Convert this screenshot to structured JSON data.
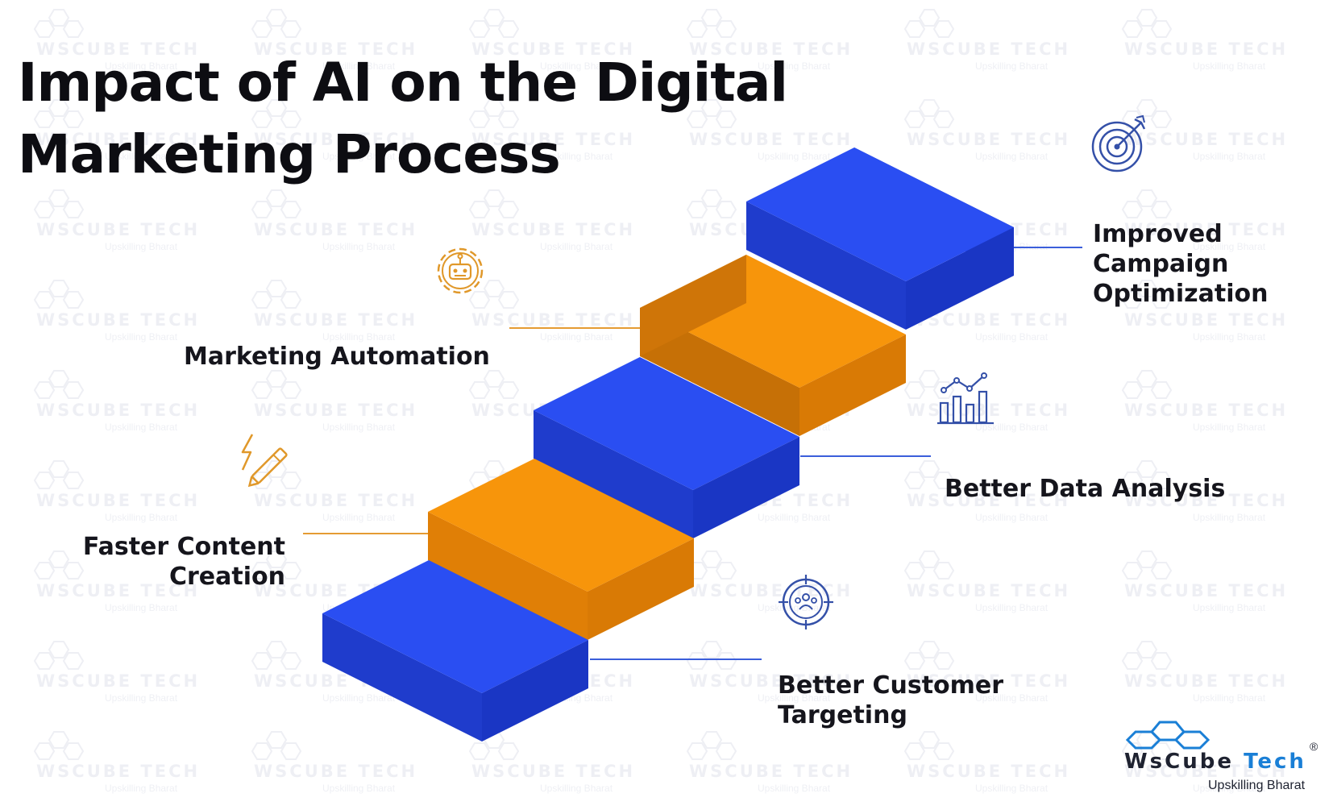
{
  "title": {
    "line1": "Impact of AI on the Digital",
    "line2": "Marketing Process"
  },
  "steps": [
    {
      "label_lines": [
        "Better Customer",
        "Targeting"
      ],
      "icon": "target-people-icon",
      "color": "#2446e8"
    },
    {
      "label_lines": [
        "Faster Content",
        "Creation"
      ],
      "icon": "pen-lightning-icon",
      "color": "#f5920a"
    },
    {
      "label_lines": [
        "Better Data Analysis"
      ],
      "icon": "bar-chart-icon",
      "color": "#2446e8"
    },
    {
      "label_lines": [
        "Marketing Automation"
      ],
      "icon": "robot-gear-icon",
      "color": "#f5920a"
    },
    {
      "label_lines": [
        "Improved",
        "Campaign",
        "Optimization"
      ],
      "icon": "bullseye-arrow-icon",
      "color": "#2446e8"
    }
  ],
  "colors": {
    "blue": "#2446e8",
    "orange": "#f5920a",
    "connector_blue": "#3b5edb",
    "connector_orange": "#e59b33",
    "icon_blue": "#3450a8",
    "icon_orange": "#e0982a"
  },
  "watermark": {
    "brand": "WsCube Tech",
    "tagline": "Upskilling Bharat"
  },
  "logo": {
    "brand_part1": "WsCube",
    "brand_part2": "Tech",
    "tagline": "Upskilling Bharat",
    "registered": "®"
  }
}
